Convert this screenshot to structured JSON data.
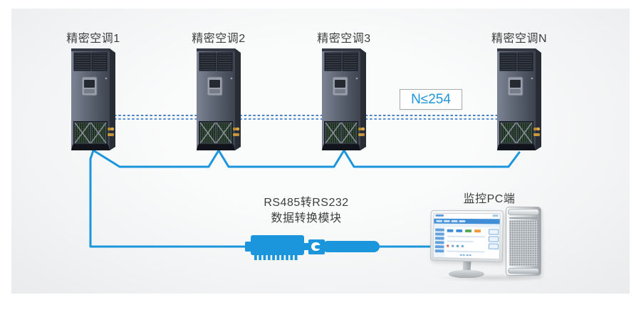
{
  "diagram": {
    "title_hint": "精密空调RS485组网监控拓扑图",
    "units": [
      {
        "label": "精密空调1"
      },
      {
        "label": "精密空调2"
      },
      {
        "label": "精密空调3"
      },
      {
        "label": "精密空调N"
      }
    ],
    "note": {
      "text": "N≤254"
    },
    "converter": {
      "label_line1": "RS485转RS232",
      "label_line2": "数据转换模块"
    },
    "pc": {
      "label": "监控PC端"
    },
    "icons": [
      "air-conditioner-icon",
      "rs485-converter-icon",
      "monitor-icon",
      "tower-pc-icon"
    ],
    "colors": {
      "solid_line_blue": "#1b95dc",
      "dashed_line_blue": "#4a81c8",
      "note_text_blue": "#1e95d9",
      "label_text": "#3d3d3d",
      "background": "#f2f3f4"
    }
  }
}
